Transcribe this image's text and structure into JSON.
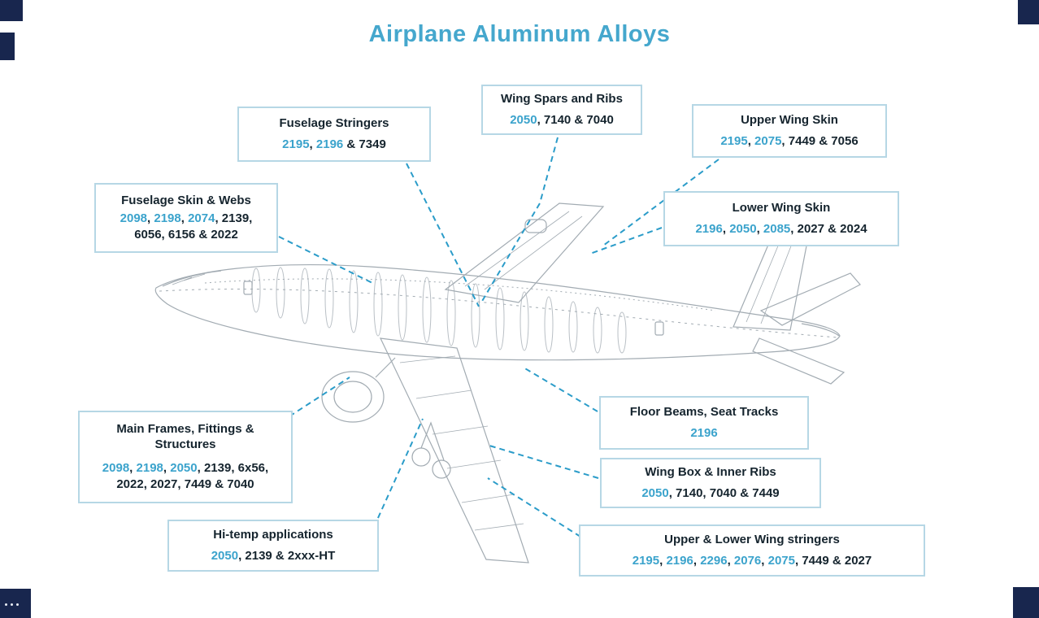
{
  "page": {
    "title": "Airplane Aluminum Alloys"
  },
  "colors": {
    "title": "#45A7CD",
    "accent_blue": "#3BA3CC",
    "dark_text": "#15242E",
    "box_border": "#B6D7E5",
    "leader_line": "#2B9CC9",
    "corner_block": "#18264E",
    "sketch_gray": "#98A2AA"
  },
  "callouts": [
    {
      "id": "fuselage-stringers",
      "title": "Fuselage Stringers",
      "lines": [
        [
          {
            "text": "2195",
            "style": "blue"
          },
          {
            "text": ", ",
            "style": "dark"
          },
          {
            "text": "2196",
            "style": "blue"
          },
          {
            "text": " & 7349",
            "style": "dark"
          }
        ]
      ]
    },
    {
      "id": "wing-spars-and-ribs",
      "title": "Wing Spars and Ribs",
      "lines": [
        [
          {
            "text": "2050",
            "style": "blue"
          },
          {
            "text": ", 7140 & 7040",
            "style": "dark"
          }
        ]
      ]
    },
    {
      "id": "upper-wing-skin",
      "title": "Upper Wing Skin",
      "lines": [
        [
          {
            "text": "2195",
            "style": "blue"
          },
          {
            "text": ", ",
            "style": "dark"
          },
          {
            "text": "2075",
            "style": "blue"
          },
          {
            "text": ", 7449 & 7056",
            "style": "dark"
          }
        ]
      ]
    },
    {
      "id": "fuselage-skin-and-webs",
      "title": "Fuselage Skin & Webs",
      "lines": [
        [
          {
            "text": "2098",
            "style": "blue"
          },
          {
            "text": ", ",
            "style": "dark"
          },
          {
            "text": "2198",
            "style": "blue"
          },
          {
            "text": ", ",
            "style": "dark"
          },
          {
            "text": "2074",
            "style": "blue"
          },
          {
            "text": ", ",
            "style": "dark"
          },
          {
            "text": "2139,",
            "style": "dark"
          }
        ],
        [
          {
            "text": "6056, 6156 & 2022",
            "style": "dark"
          }
        ]
      ]
    },
    {
      "id": "lower-wing-skin",
      "title": "Lower Wing Skin",
      "lines": [
        [
          {
            "text": "2196",
            "style": "blue"
          },
          {
            "text": ", ",
            "style": "dark"
          },
          {
            "text": "2050",
            "style": "blue"
          },
          {
            "text": ", ",
            "style": "dark"
          },
          {
            "text": "2085",
            "style": "blue"
          },
          {
            "text": ", ",
            "style": "dark"
          },
          {
            "text": "2027 & 2024",
            "style": "dark"
          }
        ]
      ]
    },
    {
      "id": "floor-beams-seat-tracks",
      "title": "Floor Beams, Seat Tracks",
      "lines": [
        [
          {
            "text": "2196",
            "style": "blue"
          }
        ]
      ]
    },
    {
      "id": "main-frames-fittings-structures",
      "title": "Main Frames, Fittings & Structures",
      "lines": [
        [
          {
            "text": "2098",
            "style": "blue"
          },
          {
            "text": ", ",
            "style": "dark"
          },
          {
            "text": "2198",
            "style": "blue"
          },
          {
            "text": ", ",
            "style": "dark"
          },
          {
            "text": "2050",
            "style": "blue"
          },
          {
            "text": ", 2139, 6x56,",
            "style": "dark"
          }
        ],
        [
          {
            "text": "2022, 2027, 7449 & 7040",
            "style": "dark"
          }
        ]
      ]
    },
    {
      "id": "wing-box-inner-ribs",
      "title": "Wing Box & Inner Ribs",
      "lines": [
        [
          {
            "text": "2050",
            "style": "blue"
          },
          {
            "text": ", 7140, 7040 & 7449",
            "style": "dark"
          }
        ]
      ]
    },
    {
      "id": "hi-temp-applications",
      "title": "Hi-temp applications",
      "lines": [
        [
          {
            "text": "2050",
            "style": "blue"
          },
          {
            "text": ", 2139 & 2xxx-HT",
            "style": "dark"
          }
        ]
      ]
    },
    {
      "id": "upper-lower-wing-stringers",
      "title": "Upper & Lower Wing stringers",
      "lines": [
        [
          {
            "text": "2195",
            "style": "blue"
          },
          {
            "text": ", ",
            "style": "dark"
          },
          {
            "text": "2196",
            "style": "blue"
          },
          {
            "text": ", ",
            "style": "dark"
          },
          {
            "text": "2296",
            "style": "blue"
          },
          {
            "text": ", ",
            "style": "dark"
          },
          {
            "text": "2076",
            "style": "blue"
          },
          {
            "text": ", ",
            "style": "dark"
          },
          {
            "text": "2075",
            "style": "blue"
          },
          {
            "text": ", 7449 & 2027",
            "style": "dark"
          }
        ]
      ]
    }
  ]
}
